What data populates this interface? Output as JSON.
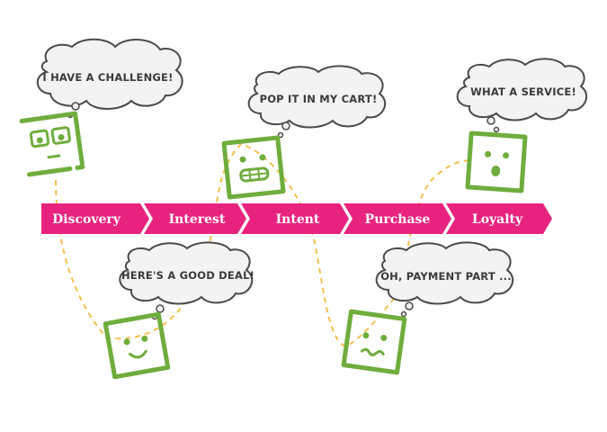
{
  "stages": [
    "Discovery",
    "Interest",
    "Intent",
    "Purchase",
    "Loyalty"
  ],
  "thoughts": [
    "I HAVE A CHALLENGE!",
    "HERE'S A GOOD DEAL!",
    "POP IT IN MY CART!",
    "OH, PAYMENT PART ...",
    "WHAT A SERVICE!"
  ],
  "faces": [
    "glasses-face-icon",
    "smiling-face-icon",
    "grimacing-face-icon",
    "worried-face-icon",
    "surprised-face-icon"
  ],
  "colors": {
    "arrow": "#e8237f",
    "arrow_text": "#ffffff",
    "face": "#6fad3c",
    "dashed_path": "#f2c14e",
    "bubble_fill": "#f3f3f3",
    "bubble_stroke": "#4a4a4a",
    "text": "#3a3a3a"
  }
}
